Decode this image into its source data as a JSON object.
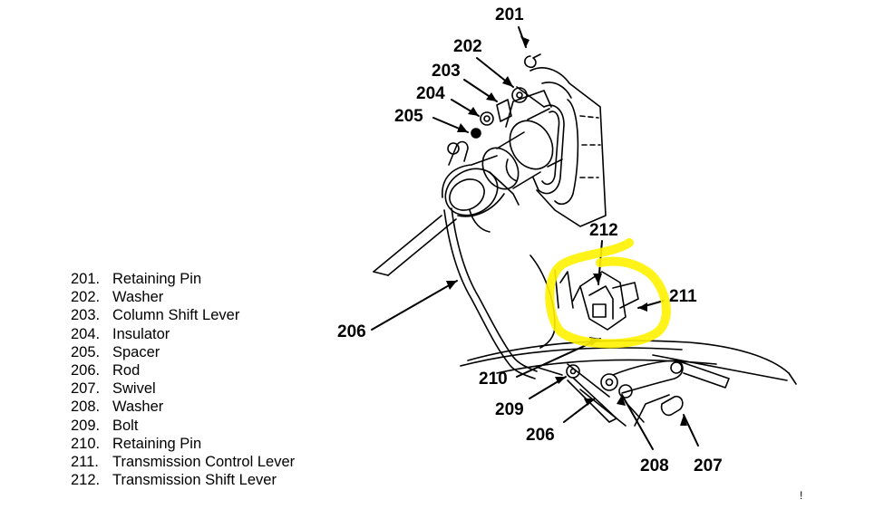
{
  "legend": [
    {
      "num": "201.",
      "label": "Retaining Pin"
    },
    {
      "num": "202.",
      "label": "Washer"
    },
    {
      "num": "203.",
      "label": "Column Shift Lever"
    },
    {
      "num": "204.",
      "label": "Insulator"
    },
    {
      "num": "205.",
      "label": "Spacer"
    },
    {
      "num": "206.",
      "label": "Rod"
    },
    {
      "num": "207.",
      "label": "Swivel"
    },
    {
      "num": "208.",
      "label": "Washer"
    },
    {
      "num": "209.",
      "label": "Bolt"
    },
    {
      "num": "210.",
      "label": "Retaining Pin"
    },
    {
      "num": "211.",
      "label": "Transmission Control Lever"
    },
    {
      "num": "212.",
      "label": "Transmission Shift Lever"
    }
  ],
  "callouts": {
    "c201": "201",
    "c202": "202",
    "c203": "203",
    "c204": "204",
    "c205": "205",
    "c206_upper": "206",
    "c206_lower": "206",
    "c207": "207",
    "c208": "208",
    "c209": "209",
    "c210": "210",
    "c211": "211",
    "c212": "212"
  },
  "edge_mark": "!",
  "highlight_color": "#fff200"
}
